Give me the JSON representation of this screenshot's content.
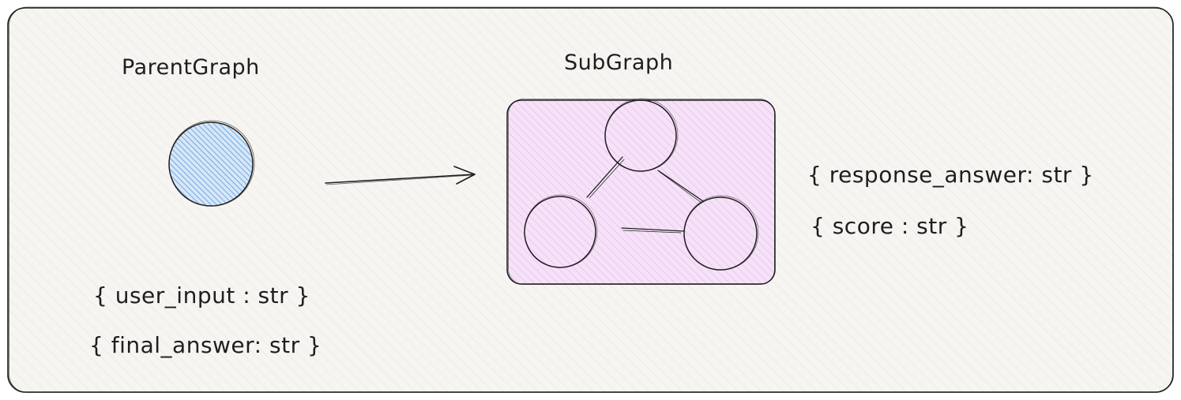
{
  "parent": {
    "title": "ParentGraph",
    "schema": [
      "{ user_input : str }",
      "{ final_answer: str }"
    ]
  },
  "subgraph": {
    "title": "SubGraph",
    "schema": [
      "{ response_answer: str }",
      "{ score : str }"
    ]
  },
  "colors": {
    "stroke": "#1e1e1e",
    "frame_fill": "#f7f5f2",
    "parent_node_fill": "#a5c8ec",
    "subgraph_fill": "#f0d0f3"
  }
}
